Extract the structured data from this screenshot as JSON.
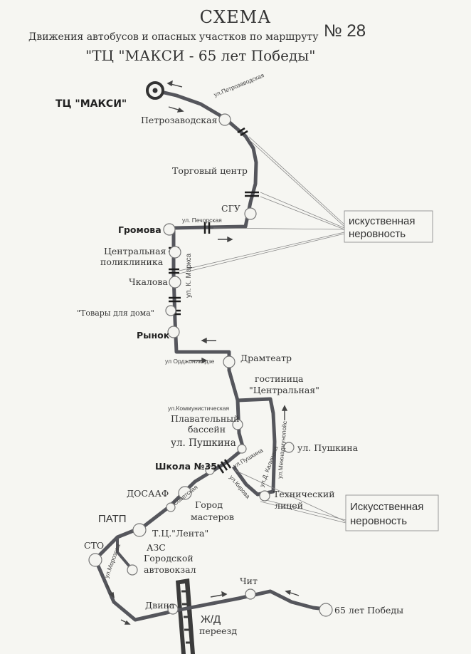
{
  "header": {
    "title": "СХЕМА",
    "subtitle": "Движения автобусов и опасных участков по маршруту",
    "route_number": "№ 28",
    "route_name": "\"ТЦ \"МАКСИ - 65 лет Победы\""
  },
  "stops": {
    "maxi": "ТЦ \"МАКСИ\"",
    "petrozavodskaya": "Петрозаводская",
    "torgovy": "Торговый центр",
    "sgu": "СГУ",
    "gromova": "Громова",
    "central1": "Центральная",
    "central2": "поликлиника",
    "chkalova": "Чкалова",
    "tovary": "\"Товары для дома\"",
    "rynok": "Рынок",
    "dramteatr": "Драмтеатр",
    "hotel1": "гостиница",
    "hotel2": "\"Центральная\"",
    "pool1": "Плавательный",
    "pool2": "бассейн",
    "pushkina_left": "ул. Пушкина",
    "pushkina_right": "ул. Пушкина",
    "school": "Школа №35",
    "tech1": "Технический",
    "tech2": "лицей",
    "dosaaf": "ДОСААФ",
    "gorod1": "Город",
    "gorod2": "мастеров",
    "patp": "ПАТП",
    "lenta": "Т.Ц.\"Лента\"",
    "sto": "СТО",
    "azs": "АЗС",
    "avtovokzal1": "Городской",
    "avtovokzal2": "автовокзал",
    "chit": "Чит",
    "dvina": "Двина",
    "zhd1": "Ж/Д",
    "zhd2": "переезд",
    "pobedy": "65 лет Победы"
  },
  "streets": {
    "petrozavodskaya": "ул.Петрозаводская",
    "pechorskaya": "ул. Печорская",
    "k_marksa": "ул. К. Маркса",
    "ordzhonikidze": "ул Орджоникидзе",
    "kommunisticheskaya": "ул.Коммунистическая",
    "pushkina": "ул.Пушкина",
    "kirova": "ул.Кирова",
    "sovetskaya": "Советская",
    "morozova": "ул.Морозова",
    "kalinina": "ул.Д. Калинина",
    "mezhdunarodnaya": "ул.Межнадмунопойс"
  },
  "callouts": {
    "top_line1": "искуственная",
    "top_line2": "неровность",
    "bottom_line1": "Искусственная",
    "bottom_line2": "неровность"
  },
  "colors": {
    "route": "#55565c",
    "bump": "#1e1e1e",
    "stop_fill": "#f4f4f0",
    "stop_stroke": "#777777"
  }
}
